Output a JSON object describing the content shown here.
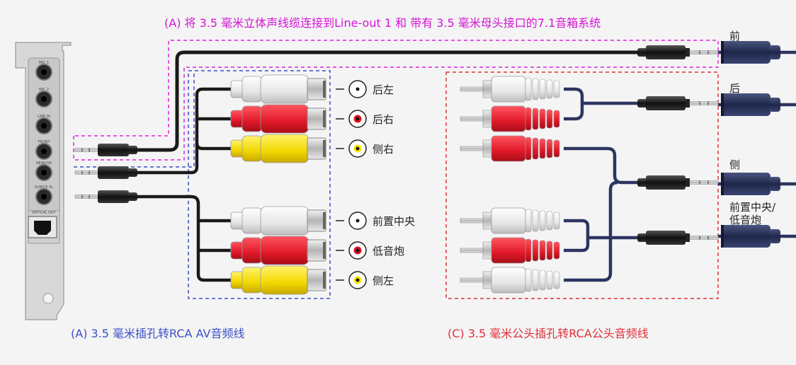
{
  "captions": {
    "top": "(A)  将 3.5 毫米立体声线缆连接到Line-out 1 和 带有 3.5 毫米母头接口的7.1音箱系统",
    "bottom_left": "(A)  3.5 毫米插孔转RCA AV音频线",
    "bottom_right": "(C)  3.5 毫米公头插孔转RCA公头音频线"
  },
  "card": {
    "jacks": [
      "MIC 1",
      "MIC 2",
      "LINE IN",
      "FRONT",
      "REAR/SR",
      "SUB/CE SL"
    ],
    "optical": "OPTICAL OUT"
  },
  "rca_outputs": [
    {
      "label": "后左",
      "color": "white"
    },
    {
      "label": "后右",
      "color": "red"
    },
    {
      "label": "侧右",
      "color": "yellow"
    },
    {
      "label": "前置中央",
      "color": "white"
    },
    {
      "label": "低音炮",
      "color": "red"
    },
    {
      "label": "侧左",
      "color": "yellow"
    }
  ],
  "speaker_labels": {
    "front": "前",
    "rear": "后",
    "side": "侧",
    "center_sub_line1": "前置中央/",
    "center_sub_line2": "低音炮"
  },
  "colors": {
    "magenta": "#e020e0",
    "blue": "#3c4fc8",
    "red": "#e0303a",
    "navy_cable": "#2c3560"
  }
}
